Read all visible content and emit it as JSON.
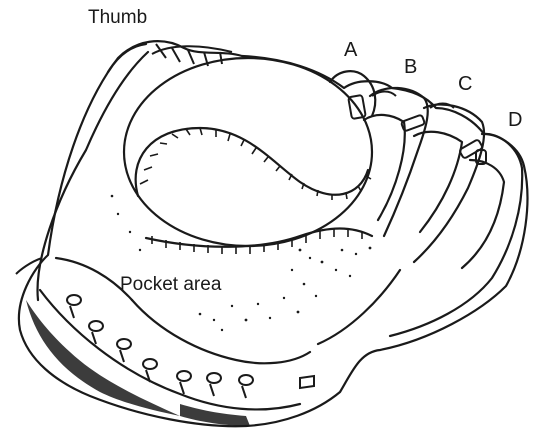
{
  "labels": {
    "thumb": "Thumb",
    "finger_a": "A",
    "finger_b": "B",
    "finger_c": "C",
    "finger_d": "D",
    "pocket": "Pocket area"
  },
  "colors": {
    "ink": "#1a1a1a",
    "background": "#ffffff"
  }
}
